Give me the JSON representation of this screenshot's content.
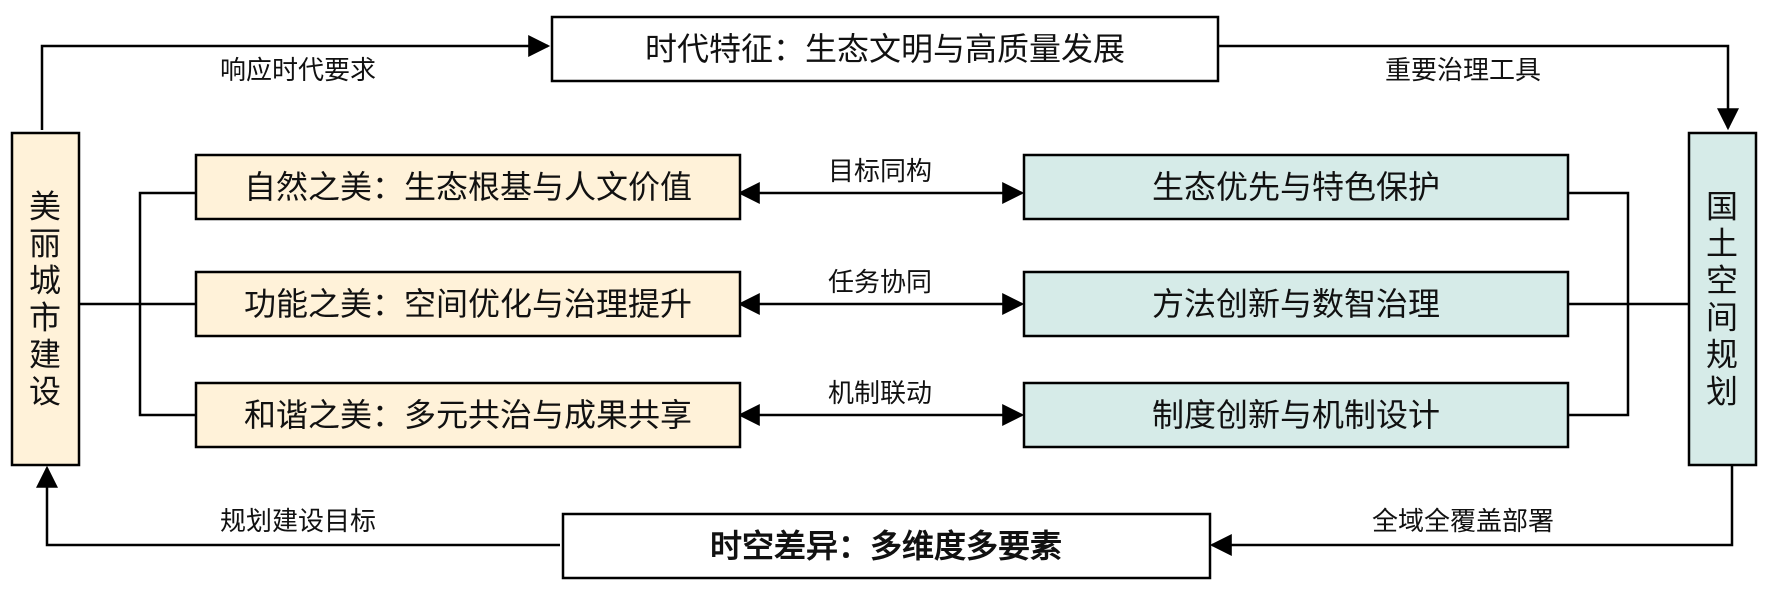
{
  "top_box": "时代特征：生态文明与高质量发展",
  "bottom_box": "时空差异：多维度多要素",
  "left_box": "美丽城市建设",
  "right_box": "国土空间规划",
  "left_items": [
    "自然之美：生态根基与人文价值",
    "功能之美：空间优化与治理提升",
    "和谐之美：多元共治与成果共享"
  ],
  "right_items": [
    "生态优先与特色保护",
    "方法创新与数智治理",
    "制度创新与机制设计"
  ],
  "link_labels": [
    "目标同构",
    "任务协同",
    "机制联动"
  ],
  "edge_labels": {
    "top_left": "响应时代要求",
    "top_right": "重要治理工具",
    "bottom_right": "全域全覆盖部署",
    "bottom_left": "规划建设目标"
  },
  "colors": {
    "beauty_fill": "#fff2d9",
    "planning_fill": "#d6ebe8",
    "white_fill": "#ffffff",
    "stroke": "#000000"
  }
}
